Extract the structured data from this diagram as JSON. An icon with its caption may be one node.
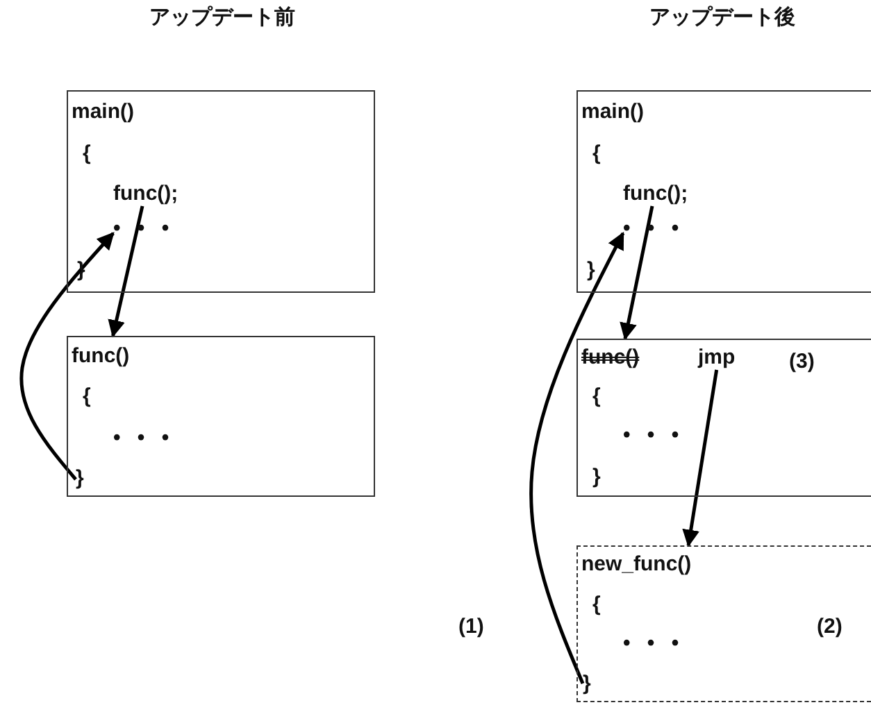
{
  "diagram": {
    "nodes": [
      {
        "text": [
          "main()",
          "{",
          "}"
        ]
      },
      {
        "text": [
          "func();"
        ],
        "in": 0
      },
      {
        "text": [
          "• • •"
        ],
        "in": 0
      },
      {
        "text": [
          "func()",
          "{",
          "• • •"
        ]
      },
      {
        "text": [
          "}"
        ],
        "in": 3
      },
      {
        "text": [
          "main()",
          "{",
          "}"
        ]
      },
      {
        "text": [
          "func();"
        ],
        "in": 5
      },
      {
        "text": [
          "• • •"
        ],
        "in": 5
      },
      {
        "text": [
          "func()",
          "{",
          "• • •",
          "}"
        ]
      },
      {
        "text": [
          "jmp"
        ],
        "in": 8
      },
      {
        "text": [
          "new_func()",
          "{",
          "• • •"
        ]
      },
      {
        "text": [
          "}"
        ],
        "in": 10
      }
    ],
    "edges": [
      {
        "from": 1,
        "to": 3,
        "arrow": "to"
      },
      {
        "from": 4,
        "to": 2,
        "arrow": "to"
      },
      {
        "from": 6,
        "to": 8,
        "arrow": "to"
      },
      {
        "from": 9,
        "to": 10,
        "arrow": "to"
      },
      {
        "from": 11,
        "to": 7,
        "arrow": "to"
      }
    ],
    "labels": [
      "アップデート前",
      "アップデート後",
      "(3)",
      "(1)",
      "(2)"
    ]
  }
}
